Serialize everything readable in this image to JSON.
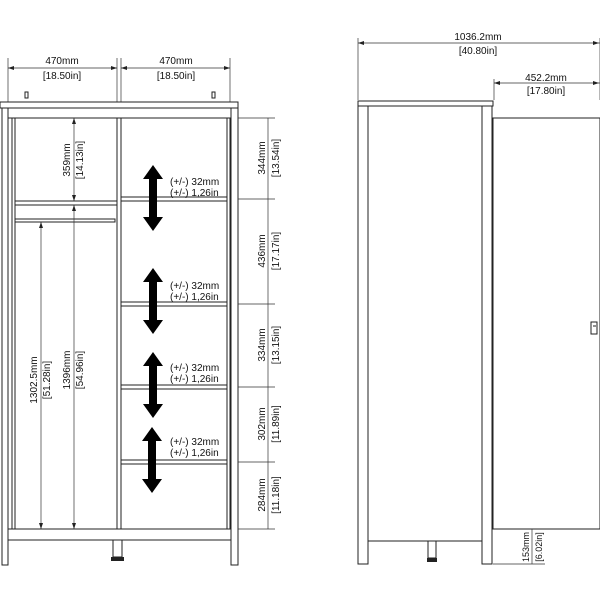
{
  "front_view": {
    "width_left": {
      "mm": "470mm",
      "in": "[18.50in]"
    },
    "width_right": {
      "mm": "470mm",
      "in": "[18.50in]"
    },
    "left_top_compartment": {
      "mm": "359mm",
      "in": "[14.13in]"
    },
    "hanging_height": {
      "mm": "1302.5mm",
      "in": "[51.28in]"
    },
    "left_lower_height": {
      "mm": "1396mm",
      "in": "[54.96in]"
    },
    "shelf_gaps": [
      {
        "mm": "344mm",
        "in": "[13.54in]"
      },
      {
        "mm": "436mm",
        "in": "[17.17in]"
      },
      {
        "mm": "334mm",
        "in": "[13.15in]"
      },
      {
        "mm": "302mm",
        "in": "[11.89in]"
      },
      {
        "mm": "284mm",
        "in": "[11.18in]"
      }
    ],
    "adjustments": [
      {
        "mm": "(+/-) 32mm",
        "in": "(+/-) 1,26in"
      },
      {
        "mm": "(+/-) 32mm",
        "in": "(+/-) 1,26in"
      },
      {
        "mm": "(+/-) 32mm",
        "in": "(+/-) 1,26in"
      },
      {
        "mm": "(+/-) 32mm",
        "in": "(+/-) 1,26in"
      }
    ]
  },
  "side_view": {
    "overall_depth": {
      "mm": "1036.2mm",
      "in": "[40.80in]"
    },
    "door_depth": {
      "mm": "452.2mm",
      "in": "[17.80in]"
    },
    "leg_height": {
      "mm": "153mm",
      "in": "[6.02in]"
    }
  }
}
